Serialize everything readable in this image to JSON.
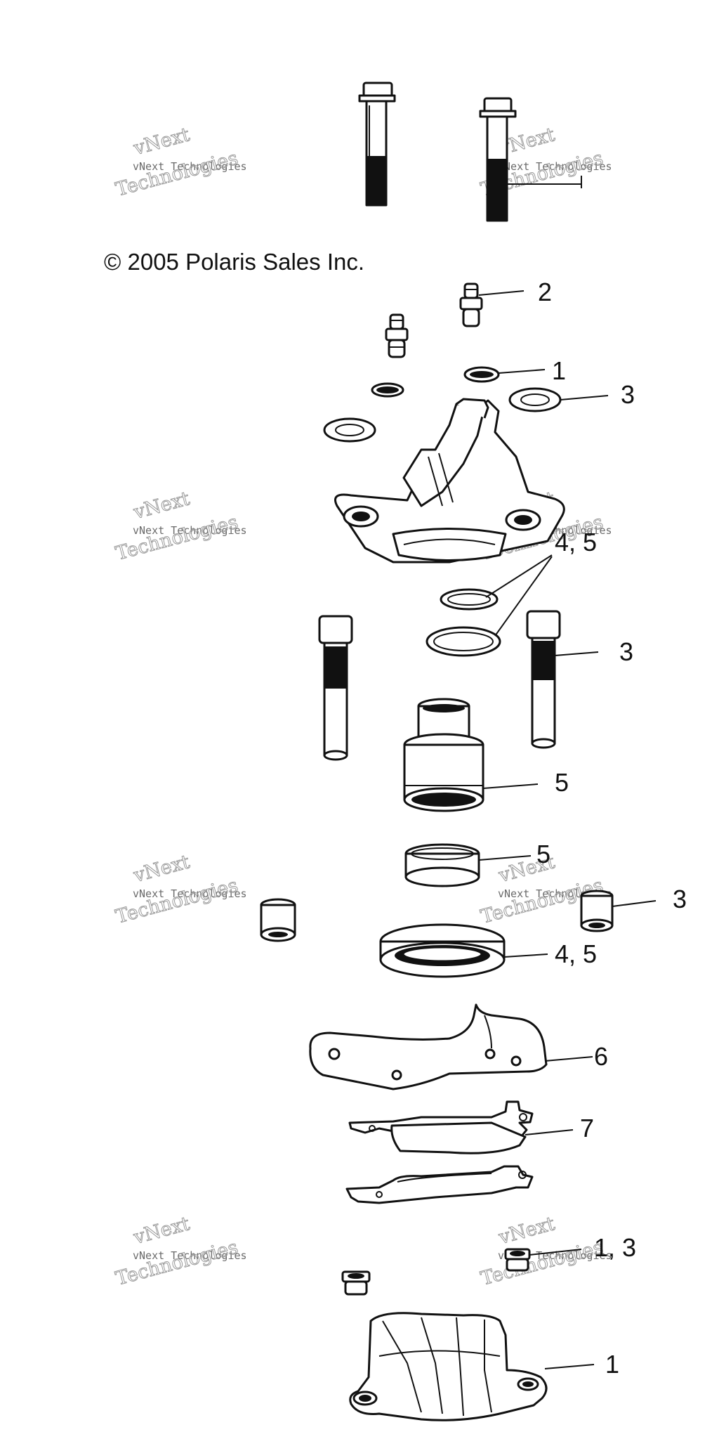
{
  "copyright": "© 2005 Polaris Sales Inc.",
  "watermark": {
    "line1": "vNext",
    "line2": "vNext Technologies",
    "line3": "Technologies"
  },
  "callouts": [
    {
      "id": "c-2",
      "text": "2"
    },
    {
      "id": "c-1-top",
      "text": "1"
    },
    {
      "id": "c-3-washer",
      "text": "3"
    },
    {
      "id": "c-4-5-top",
      "text": "4, 5"
    },
    {
      "id": "c-3-pin",
      "text": "3"
    },
    {
      "id": "c-5-piston",
      "text": "5"
    },
    {
      "id": "c-5-ring",
      "text": "5"
    },
    {
      "id": "c-3-bushing",
      "text": "3"
    },
    {
      "id": "c-4-5-seal",
      "text": "4,  5"
    },
    {
      "id": "c-6",
      "text": "6"
    },
    {
      "id": "c-7",
      "text": "7"
    },
    {
      "id": "c-1-3",
      "text": "1, 3"
    },
    {
      "id": "c-1-bottom",
      "text": "1"
    }
  ]
}
